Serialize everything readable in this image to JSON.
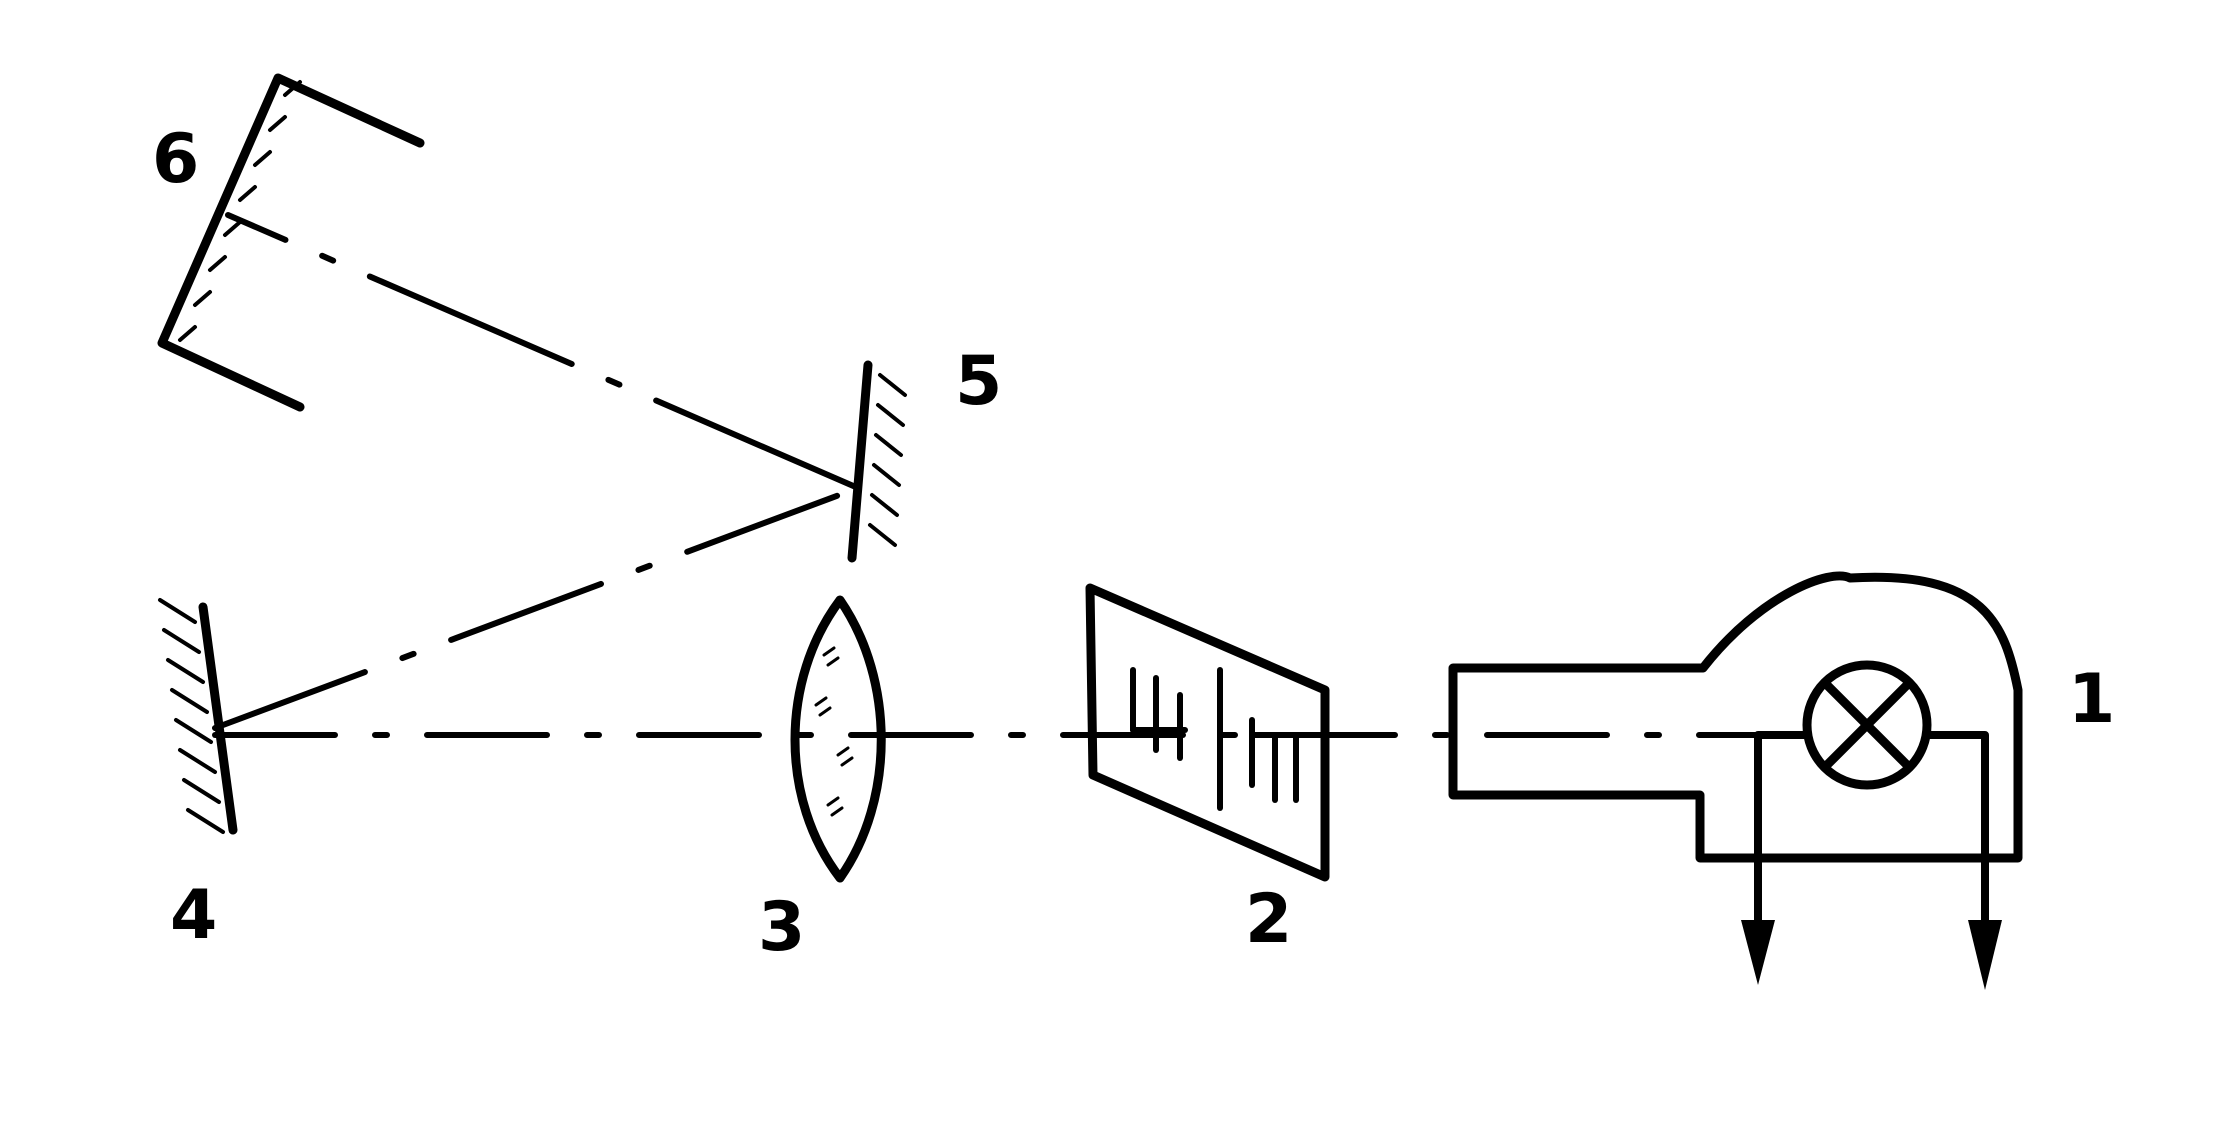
{
  "diagram": {
    "labels": {
      "source": "1",
      "scale_plate": "2",
      "lens": "3",
      "mirror_lower": "4",
      "mirror_upper": "5",
      "screen": "6"
    },
    "colors": {
      "ink": "#000000",
      "background": "#ffffff"
    },
    "components": [
      "lamp-housing",
      "lamp-symbol",
      "scale-plate",
      "lens",
      "mirror-lower",
      "mirror-upper",
      "screen",
      "optical-axis",
      "reflected-beam-1",
      "reflected-beam-2",
      "arrow-down-left",
      "arrow-down-right"
    ]
  }
}
